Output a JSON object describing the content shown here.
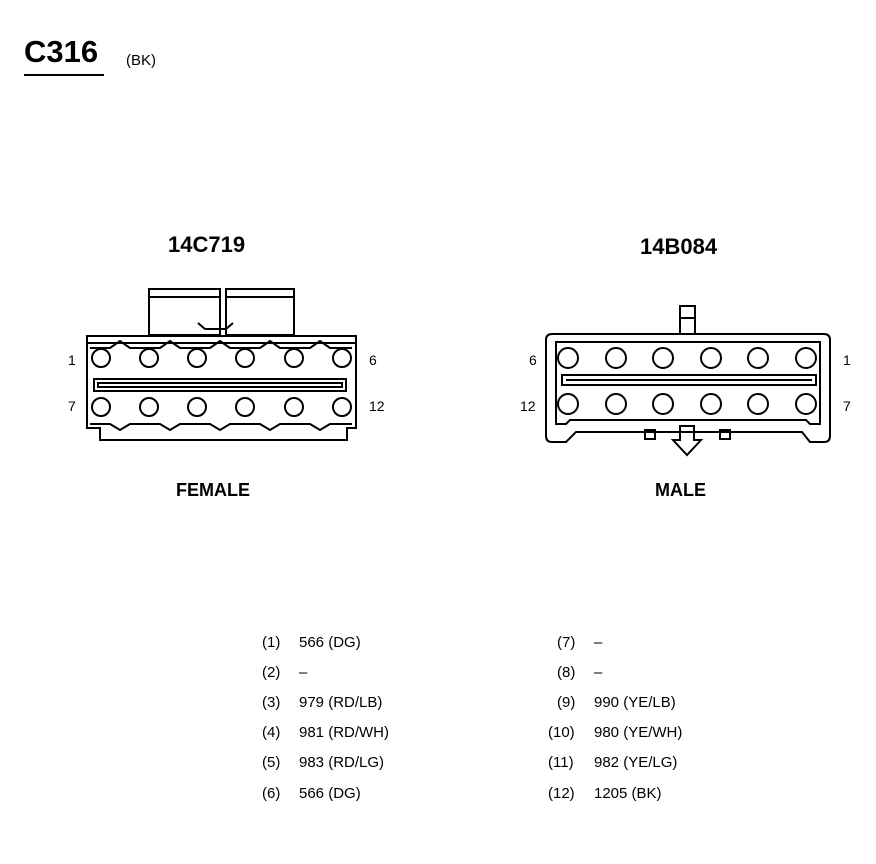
{
  "connector": {
    "id": "C316",
    "color_code": "(BK)"
  },
  "female": {
    "part_number": "14C719",
    "label": "FEMALE",
    "pin_labels": {
      "top_left": "1",
      "top_right": "6",
      "bottom_left": "7",
      "bottom_right": "12"
    }
  },
  "male": {
    "part_number": "14B084",
    "label": "MALE",
    "pin_labels": {
      "top_left": "6",
      "top_right": "1",
      "bottom_left": "12",
      "bottom_right": "7"
    }
  },
  "pins_left": [
    {
      "pin": "(1)",
      "circuit": "566 (DG)"
    },
    {
      "pin": "(2)",
      "circuit": "–"
    },
    {
      "pin": "(3)",
      "circuit": "979 (RD/LB)"
    },
    {
      "pin": "(4)",
      "circuit": "981 (RD/WH)"
    },
    {
      "pin": "(5)",
      "circuit": "983 (RD/LG)"
    },
    {
      "pin": "(6)",
      "circuit": "566 (DG)"
    }
  ],
  "pins_right": [
    {
      "pin": "(7)",
      "circuit": "–"
    },
    {
      "pin": "(8)",
      "circuit": "–"
    },
    {
      "pin": "(9)",
      "circuit": "990 (YE/LB)"
    },
    {
      "pin": "(10)",
      "circuit": "980 (YE/WH)"
    },
    {
      "pin": "(11)",
      "circuit": "982 (YE/LG)"
    },
    {
      "pin": "(12)",
      "circuit": "1205 (BK)"
    }
  ]
}
